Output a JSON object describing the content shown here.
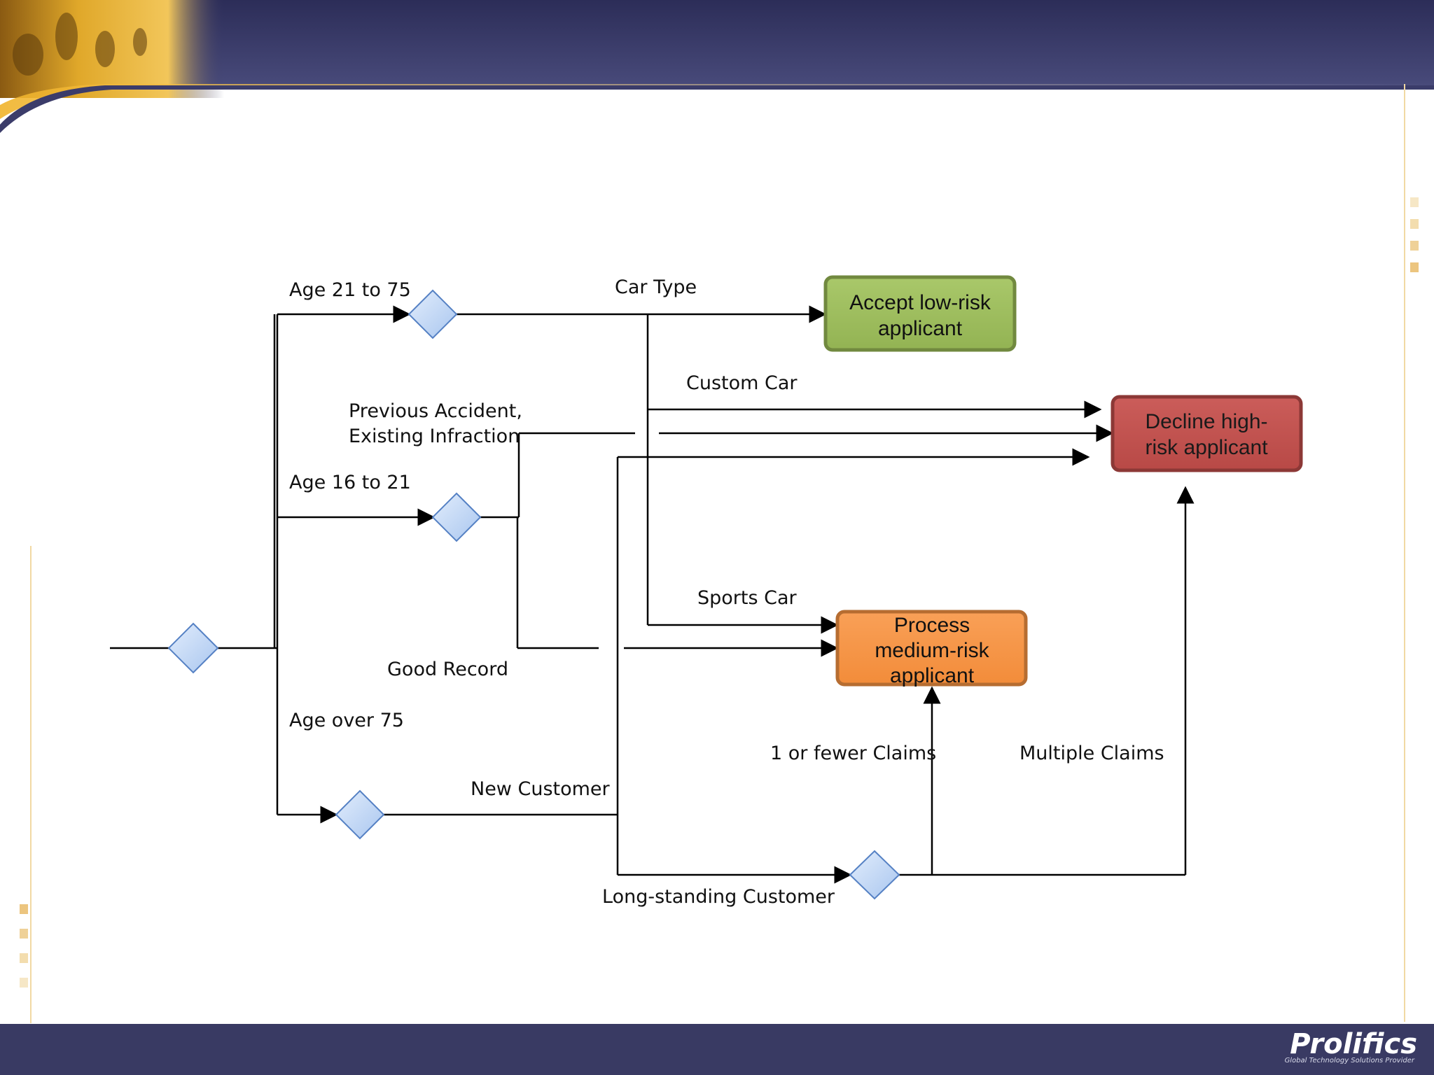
{
  "slide": {
    "colors": {
      "header_band": "#3b3c6a",
      "footer_band": "#393a63",
      "accent_gold": "#d9a21c",
      "line": "#000000",
      "diamond_fill": "#c5d9f6",
      "diamond_stroke": "#5581c4"
    },
    "brand": {
      "name": "Prolifics",
      "tagline": "Global Technology Solutions Provider"
    }
  },
  "diagram": {
    "labels": {
      "age_21_75": "Age 21 to 75",
      "car_type": "Car Type",
      "custom_car": "Custom Car",
      "prev_accident_1": "Previous Accident,",
      "prev_accident_2": "Existing Infraction",
      "age_16_21": "Age 16 to 21",
      "sports_car": "Sports Car",
      "good_record": "Good Record",
      "age_over_75": "Age over 75",
      "one_or_fewer_claims": "1 or fewer Claims",
      "multiple_claims": "Multiple Claims",
      "new_customer": "New Customer",
      "long_standing_customer": "Long-standing Customer"
    },
    "outcomes": {
      "accept": {
        "line1": "Accept low-risk",
        "line2": "applicant",
        "fill": "#9bbb59",
        "stroke": "#71893f"
      },
      "decline": {
        "line1": "Decline high-",
        "line2": "risk applicant",
        "fill": "#c0504d",
        "stroke": "#8c3836"
      },
      "process": {
        "line1": "Process",
        "line2": "medium-risk",
        "line3": "applicant",
        "fill": "#f79646",
        "stroke": "#b66d31"
      }
    }
  }
}
